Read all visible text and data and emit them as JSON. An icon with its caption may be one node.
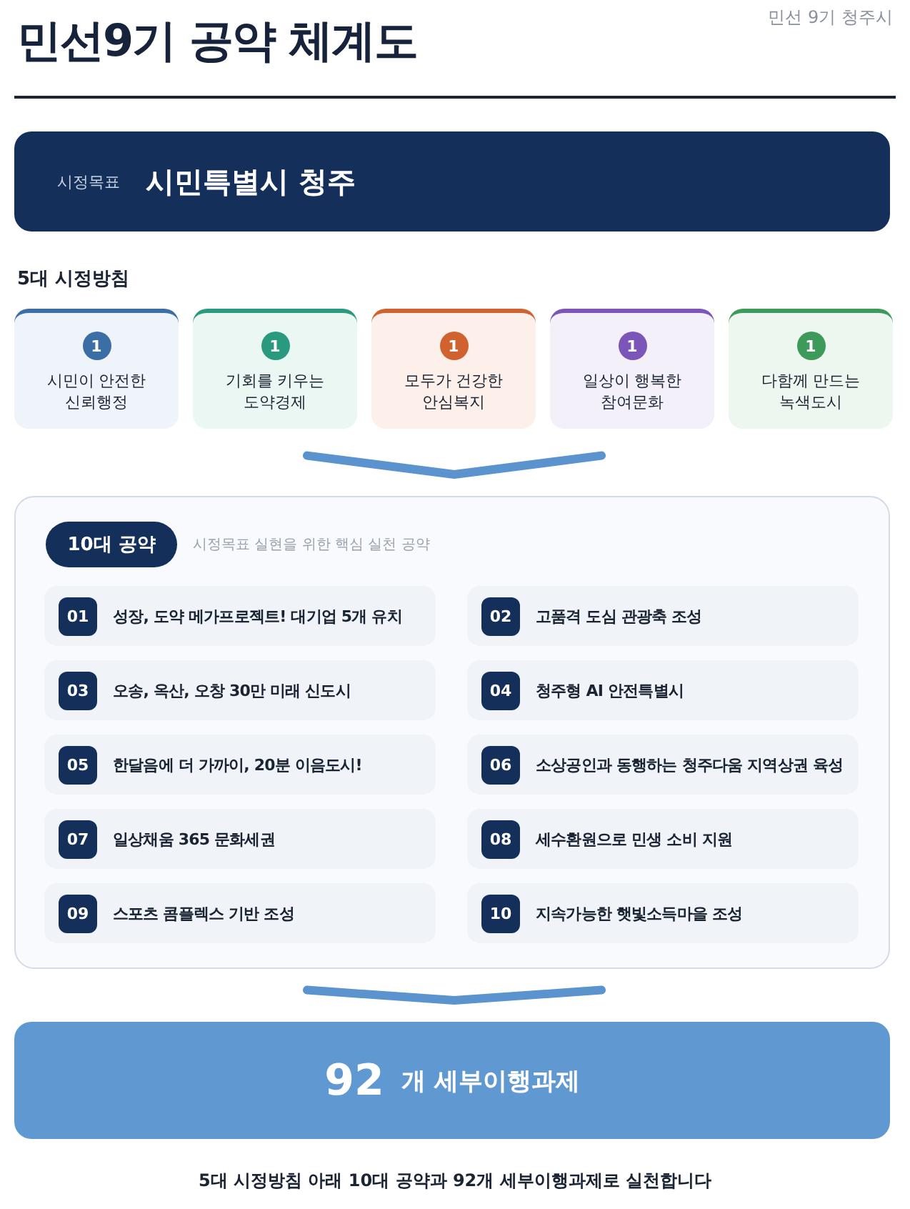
{
  "diagram": {
    "title": "민선9기 공약 체계도",
    "caption": "5대 시정방침 아래 10대 공약과 92개 세부이행과제로 실천합니다",
    "nodes": [
      {
        "text": [
          "시정목표",
          "시민특별시 청주"
        ]
      },
      {
        "text": [
          "1",
          "시민이 안전한 신뢰행정"
        ]
      },
      {
        "text": [
          "1",
          "기회를 키우는 도약경제"
        ]
      },
      {
        "text": [
          "1",
          "모두가 건강한 안심복지"
        ]
      },
      {
        "text": [
          "1",
          "일상이 행복한 참여문화"
        ]
      },
      {
        "text": [
          "1",
          "다함께 만드는 녹색도시"
        ]
      },
      {
        "text": [
          "10대 공약",
          "시정목표 실현을 위한 핵심 실천 공약"
        ]
      },
      {
        "text": [
          "01",
          "성장, 도약 메가프로젝트! 대기업 5개 유치"
        ],
        "in": 6
      },
      {
        "text": [
          "02",
          "고품격 도심 관광축 조성"
        ],
        "in": 6
      },
      {
        "text": [
          "03",
          "오송, 옥산, 오창 30만 미래 신도시"
        ],
        "in": 6
      },
      {
        "text": [
          "04",
          "청주형 AI 안전특별시"
        ],
        "in": 6
      },
      {
        "text": [
          "05",
          "한달음에 더 가까이, 20분 이음도시!"
        ],
        "in": 6
      },
      {
        "text": [
          "06",
          "소상공인과 동행하는 청주다움 지역상권 육성"
        ],
        "in": 6
      },
      {
        "text": [
          "07",
          "일상채움 365 문화세권"
        ],
        "in": 6
      },
      {
        "text": [
          "08",
          "세수환원으로 민생 소비 지원"
        ],
        "in": 6
      },
      {
        "text": [
          "09",
          "스포츠 콤플렉스 기반 조성"
        ],
        "in": 6
      },
      {
        "text": [
          "10",
          "지속가능한 햇빛소득마을 조성"
        ],
        "in": 6
      },
      {
        "text": [
          "92",
          "개 세부이행과제"
        ]
      }
    ],
    "labels": [
      "민선 9기 청주시",
      "5대 시정방침"
    ]
  }
}
